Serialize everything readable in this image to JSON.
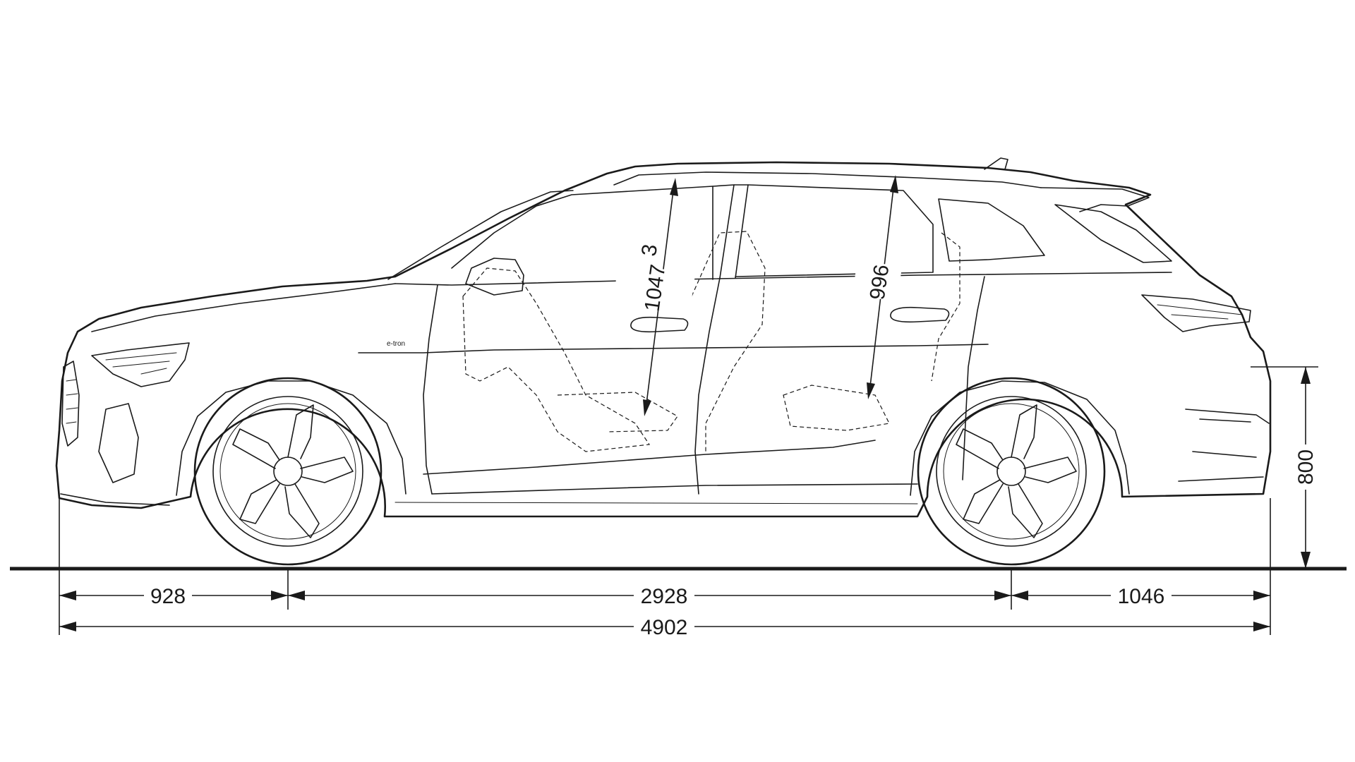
{
  "dimensions": {
    "front_overhang": "928",
    "wheelbase": "2928",
    "rear_overhang": "1046",
    "overall_length": "4902",
    "height_label": "800",
    "front_headroom": "1047",
    "front_headroom_note": "3",
    "rear_headroom": "996"
  },
  "badge_text": "e-tron"
}
